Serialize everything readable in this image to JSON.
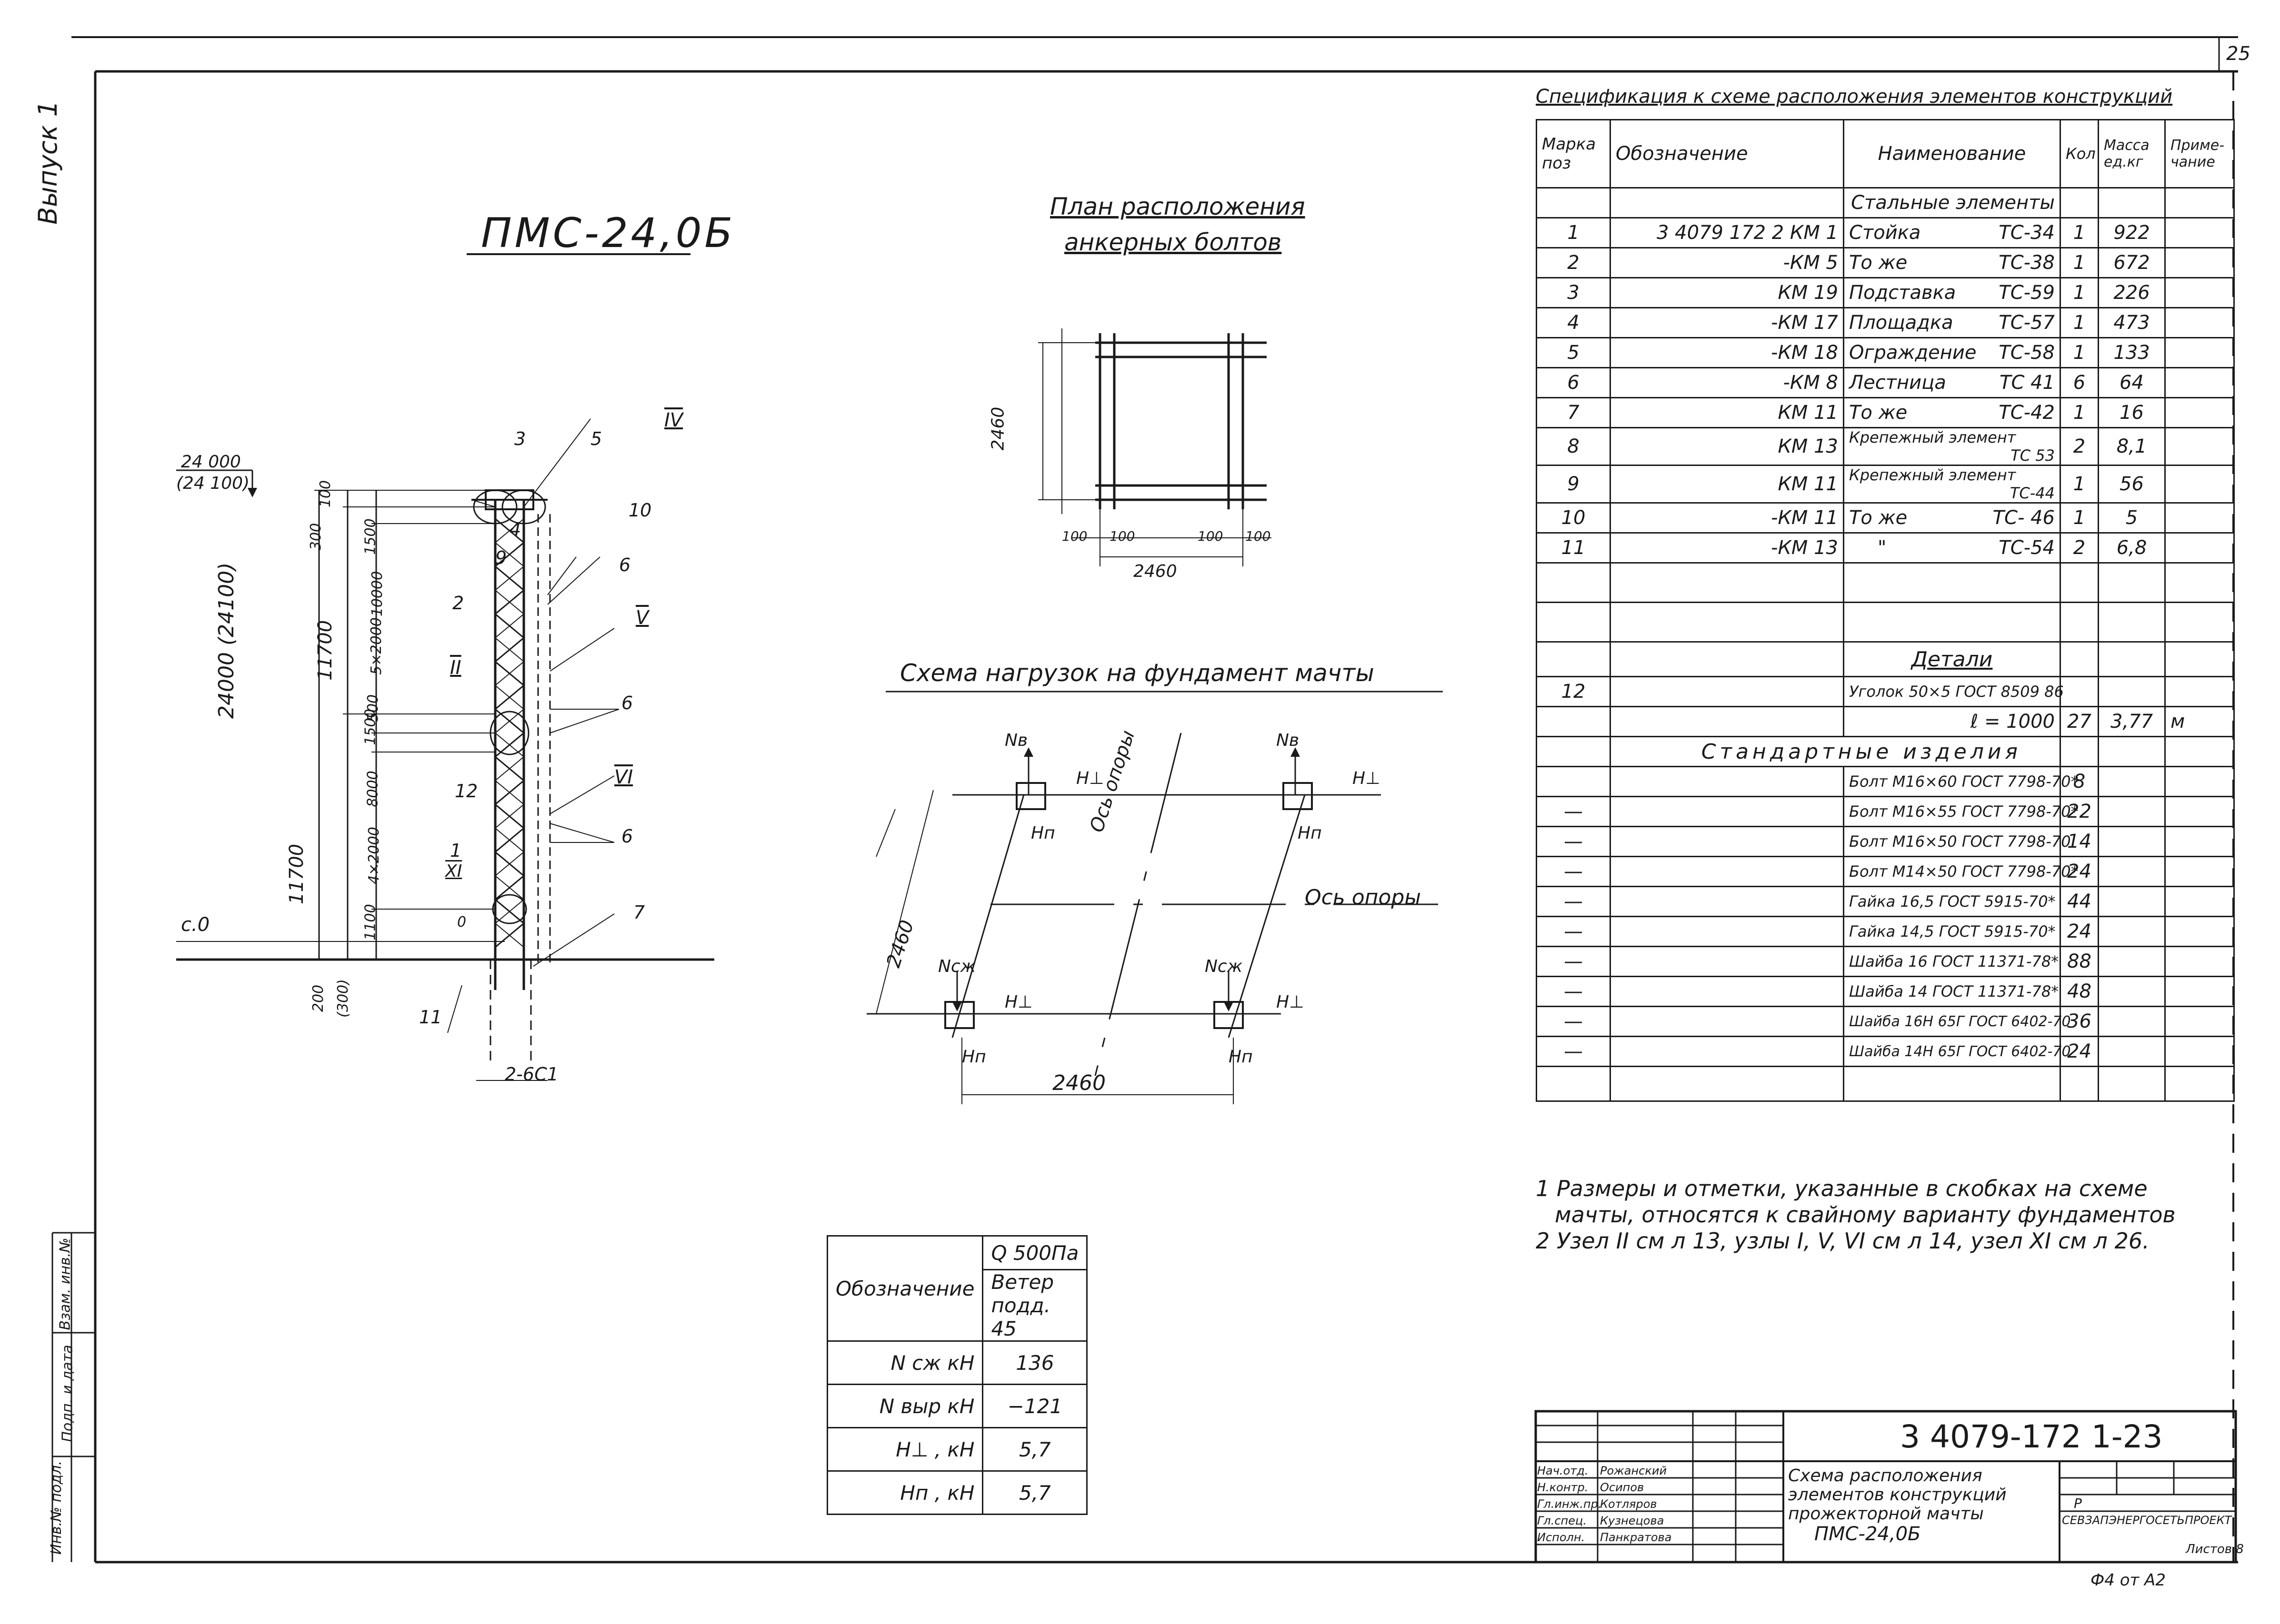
{
  "sheet": {
    "page_number": "25",
    "series_label": "Выпуск 1",
    "drawing_title": "ПМС-24,0Б",
    "document_code": "3 4079-172 1-23",
    "footer_note": "Ф4 от А2",
    "sheet_label": "Листов 8",
    "stamp_title": [
      "Схема расположения",
      "элементов конструкций",
      "прожекторной мачты",
      "ПМС-24,0Б"
    ],
    "organization": "СЕВЗАПЭНЕРГОСЕТЬПРОЕКТ",
    "stage": "Р",
    "stamp_rows": [
      {
        "role": "Нач.отд.",
        "name": "Рожанский"
      },
      {
        "role": "Н.контр.",
        "name": "Осипов"
      },
      {
        "role": "Гл.инж.пр.",
        "name": "Котляров"
      },
      {
        "role": "Гл.спец.",
        "name": "Кузнецова"
      },
      {
        "role": "Исполн.",
        "name": "Панкратова"
      }
    ],
    "side_stamps": [
      "Инв.№ подл.",
      "Подп. и дата",
      "Взам. инв.№"
    ]
  },
  "anchor_plan": {
    "title_line1": "План расположения",
    "title_line2": "анкерных болтов",
    "dim_total": "2460",
    "dim_small": "100"
  },
  "mast_elevation": {
    "top_mark": "24 000",
    "top_mark_alt": "(24 100)",
    "total_height": "24000 (24100)",
    "ground_mark": "с.0",
    "section_upper": "11700",
    "section_lower": "11700",
    "base_label": "2-6С1",
    "dims": [
      "300",
      "100",
      "1500",
      "10000",
      "5×2000",
      "1500",
      "500",
      "8000",
      "4×2000",
      "1100",
      "0",
      "200",
      "(300)"
    ],
    "node_refs": [
      "IV",
      "V",
      "II",
      "VI",
      "XI"
    ],
    "positions": [
      "3",
      "5",
      "4",
      "9",
      "10",
      "2",
      "6",
      "6",
      "12",
      "1",
      "6",
      "7",
      "11"
    ]
  },
  "load_scheme": {
    "title": "Схема нагрузок на фундамент мачты",
    "axis_label_1": "Ось опоры",
    "axis_label_2": "Ось опоры",
    "dim": "2460",
    "labels": [
      "Nв",
      "Nв",
      "Nсж",
      "Nсж",
      "H⊥",
      "H⊥",
      "H⊥",
      "H⊥",
      "Hп",
      "Hп",
      "Hп",
      "Hп"
    ]
  },
  "load_table": {
    "header_col1": "Обозначение",
    "header_q": "Q 500Па",
    "header_wind": "Ветер подд. 45",
    "rows": [
      {
        "name": "N сж кН",
        "value": "136"
      },
      {
        "name": "N выр кН",
        "value": "−121"
      },
      {
        "name": "H⊥ , кН",
        "value": "5,7"
      },
      {
        "name": "Hп , кН",
        "value": "5,7"
      }
    ]
  },
  "spec": {
    "title": "Спецификация к схеме расположения элементов конструкций",
    "headers": [
      "Марка поз",
      "Обозначение",
      "Наименование",
      "Кол",
      "Масса ед.кг",
      "Приме-чание"
    ],
    "section_steel": "Стальные элементы",
    "rows": [
      {
        "pos": "1",
        "code": "3 4079 172 2 КМ 1",
        "name": "Стойка",
        "ref": "ТС-34",
        "qty": "1",
        "mass": "922"
      },
      {
        "pos": "2",
        "code": "-КМ 5",
        "name": "То же",
        "ref": "ТС-38",
        "qty": "1",
        "mass": "672"
      },
      {
        "pos": "3",
        "code": "КМ 19",
        "name": "Подставка",
        "ref": "ТС-59",
        "qty": "1",
        "mass": "226"
      },
      {
        "pos": "4",
        "code": "-КМ 17",
        "name": "Площадка",
        "ref": "ТС-57",
        "qty": "1",
        "mass": "473"
      },
      {
        "pos": "5",
        "code": "-КМ 18",
        "name": "Ограждение",
        "ref": "ТС-58",
        "qty": "1",
        "mass": "133"
      },
      {
        "pos": "6",
        "code": "-КМ 8",
        "name": "Лестница",
        "ref": "ТС 41",
        "qty": "6",
        "mass": "64"
      },
      {
        "pos": "7",
        "code": "КМ 11",
        "name": "То же",
        "ref": "ТС-42",
        "qty": "1",
        "mass": "16"
      },
      {
        "pos": "8",
        "code": "КМ 13",
        "name": "Крепежный элемент",
        "ref": "ТС 53",
        "qty": "2",
        "mass": "8,1"
      },
      {
        "pos": "9",
        "code": "КМ 11",
        "name": "Крепежный элемент",
        "ref": "ТС-44",
        "qty": "1",
        "mass": "56"
      },
      {
        "pos": "10",
        "code": "-КМ 11",
        "name": "То же",
        "ref": "ТС- 46",
        "qty": "1",
        "mass": "5"
      },
      {
        "pos": "11",
        "code": "-КМ 13",
        "name": "\"",
        "ref": "ТС-54",
        "qty": "2",
        "mass": "6,8"
      }
    ],
    "section_details": "Детали",
    "detail_row": {
      "pos": "12",
      "name": "Уголок 50×5 ГОСТ 8509 86",
      "length": "ℓ = 1000",
      "qty": "27",
      "mass": "3,77",
      "note": "м"
    },
    "section_standard": "Стандартные изделия",
    "standard_rows": [
      {
        "dash": "",
        "name": "Болт М16×60 ГОСТ 7798-70*",
        "qty": "8"
      },
      {
        "dash": "—",
        "name": "Болт М16×55 ГОСТ 7798-70*",
        "qty": "22"
      },
      {
        "dash": "—",
        "name": "Болт М16×50 ГОСТ 7798-70",
        "qty": "14"
      },
      {
        "dash": "—",
        "name": "Болт М14×50 ГОСТ 7798-70*",
        "qty": "24"
      },
      {
        "dash": "—",
        "name": "Гайка 16,5 ГОСТ 5915-70*",
        "qty": "44"
      },
      {
        "dash": "—",
        "name": "Гайка 14,5 ГОСТ 5915-70*",
        "qty": "24"
      },
      {
        "dash": "—",
        "name": "Шайба 16 ГОСТ 11371-78*",
        "qty": "88"
      },
      {
        "dash": "—",
        "name": "Шайба 14 ГОСТ 11371-78*",
        "qty": "48"
      },
      {
        "dash": "—",
        "name": "Шайба 16Н 65Г ГОСТ 6402-70",
        "qty": "36"
      },
      {
        "dash": "—",
        "name": "Шайба 14Н 65Г ГОСТ 6402-70",
        "qty": "24"
      }
    ]
  },
  "notes": [
    "1 Размеры и отметки, указанные в скобках на схеме",
    "мачты, относятся к свайному варианту фундаментов",
    "2 Узел II см л 13, узлы I, V, VI см л 14, узел XI см л 26."
  ]
}
